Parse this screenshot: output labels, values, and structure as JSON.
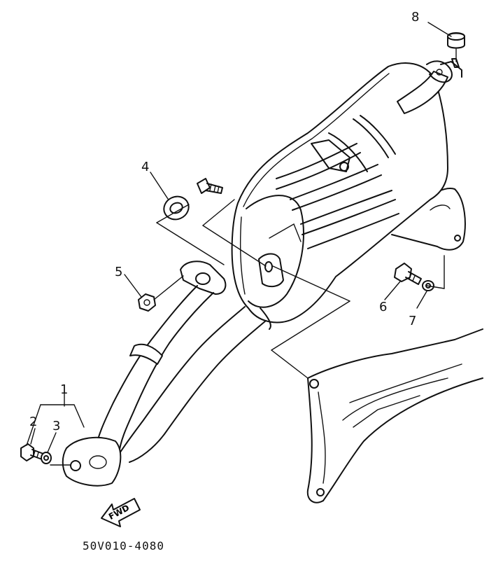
{
  "callouts": [
    {
      "id": "1",
      "label": "1"
    },
    {
      "id": "2",
      "label": "2"
    },
    {
      "id": "3",
      "label": "3"
    },
    {
      "id": "4",
      "label": "4"
    },
    {
      "id": "5",
      "label": "5"
    },
    {
      "id": "6",
      "label": "6"
    },
    {
      "id": "7",
      "label": "7"
    },
    {
      "id": "8",
      "label": "8"
    }
  ],
  "fwd_label": "FWD",
  "part_number": "50V010-4080"
}
